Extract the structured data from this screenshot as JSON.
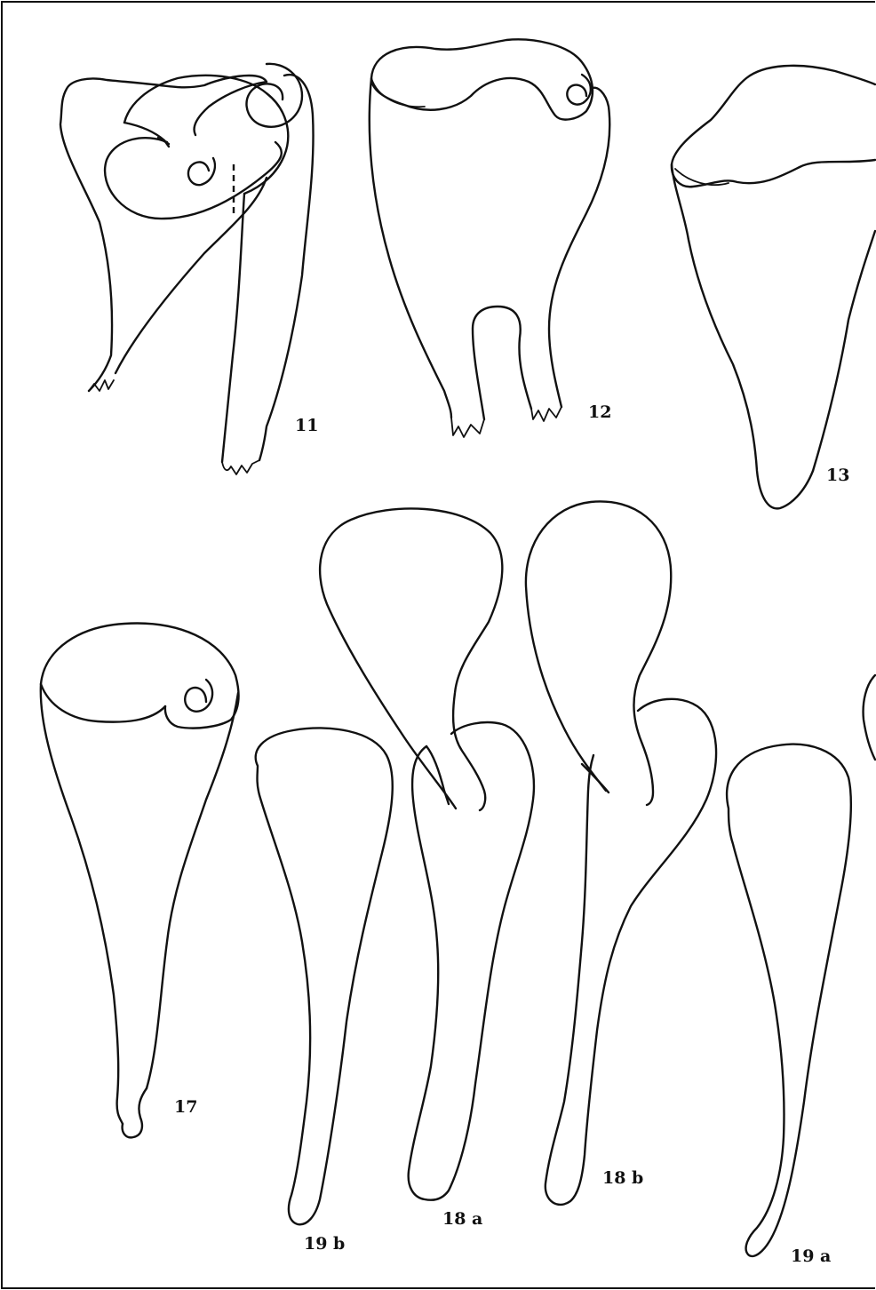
{
  "plate": {
    "figures": [
      {
        "id": "fig-11",
        "label": "11"
      },
      {
        "id": "fig-12",
        "label": "12"
      },
      {
        "id": "fig-13",
        "label": "13"
      },
      {
        "id": "fig-17",
        "label": "17"
      },
      {
        "id": "fig-18a",
        "label": "18 a"
      },
      {
        "id": "fig-18b",
        "label": "18 b"
      },
      {
        "id": "fig-19a",
        "label": "19 a"
      },
      {
        "id": "fig-19b",
        "label": "19 b"
      }
    ]
  }
}
